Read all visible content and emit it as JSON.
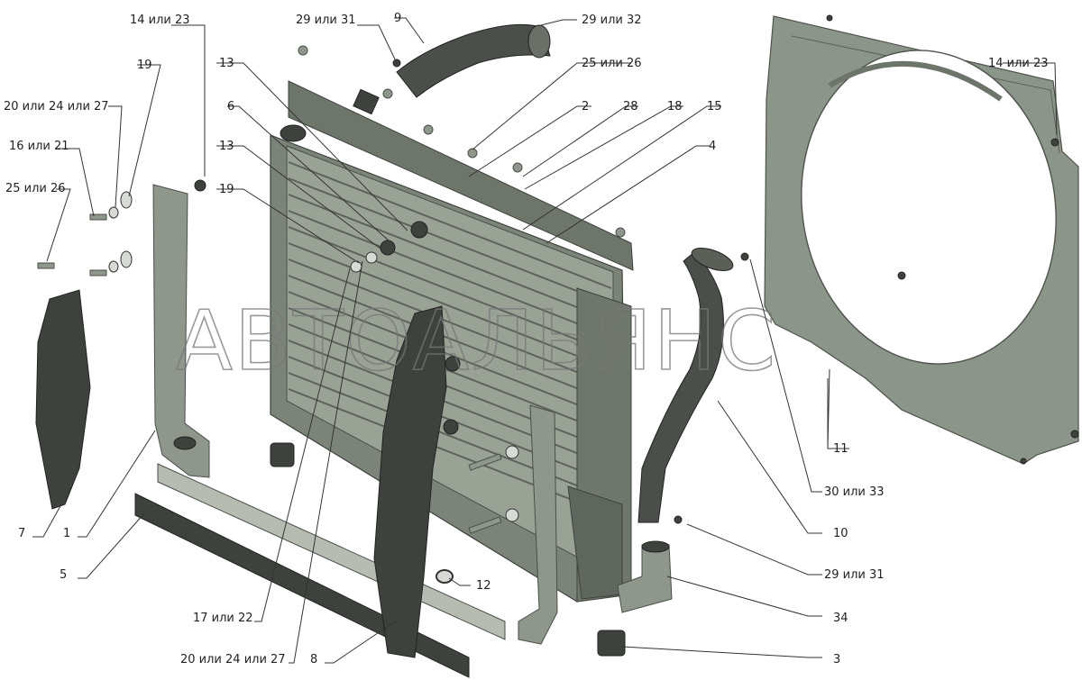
{
  "watermark": "АВТОАЛЬЯНС",
  "callouts": [
    {
      "id": "c-14-23-left",
      "text": "14 или 23"
    },
    {
      "id": "c-19-top",
      "text": "19"
    },
    {
      "id": "c-20-24-27-left",
      "text": "20 или 24 или 27"
    },
    {
      "id": "c-16-21",
      "text": "16 или 21"
    },
    {
      "id": "c-25-26-left",
      "text": "25 или 26"
    },
    {
      "id": "c-13-top",
      "text": "13"
    },
    {
      "id": "c-6",
      "text": "6"
    },
    {
      "id": "c-13-mid",
      "text": "13"
    },
    {
      "id": "c-19-mid",
      "text": "19"
    },
    {
      "id": "c-29-31-top",
      "text": "29 или 31"
    },
    {
      "id": "c-9",
      "text": "9"
    },
    {
      "id": "c-29-32",
      "text": "29 или 32"
    },
    {
      "id": "c-25-26-right",
      "text": "25 или 26"
    },
    {
      "id": "c-2",
      "text": "2"
    },
    {
      "id": "c-28",
      "text": "28"
    },
    {
      "id": "c-18",
      "text": "18"
    },
    {
      "id": "c-15",
      "text": "15"
    },
    {
      "id": "c-4",
      "text": "4"
    },
    {
      "id": "c-14-23-right",
      "text": "14 или 23"
    },
    {
      "id": "c-11",
      "text": "11"
    },
    {
      "id": "c-30-33",
      "text": "30 или 33"
    },
    {
      "id": "c-10",
      "text": "10"
    },
    {
      "id": "c-29-31-bottom",
      "text": "29 или 31"
    },
    {
      "id": "c-34",
      "text": "34"
    },
    {
      "id": "c-3",
      "text": "3"
    },
    {
      "id": "c-12",
      "text": "12"
    },
    {
      "id": "c-7",
      "text": "7"
    },
    {
      "id": "c-1",
      "text": "1"
    },
    {
      "id": "c-5",
      "text": "5"
    },
    {
      "id": "c-17-22",
      "text": "17 или 22"
    },
    {
      "id": "c-20-24-27-bottom",
      "text": "20 или 24 или 27"
    },
    {
      "id": "c-8",
      "text": "8"
    }
  ]
}
